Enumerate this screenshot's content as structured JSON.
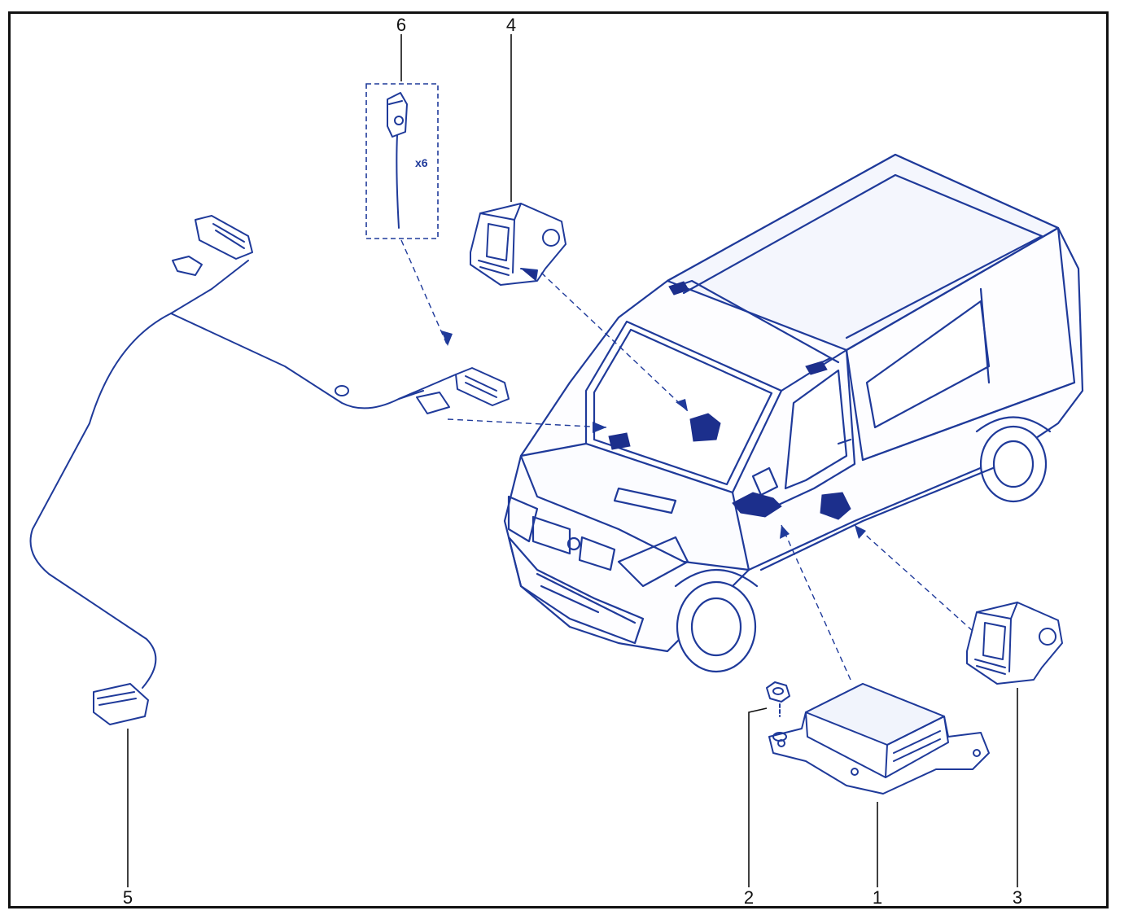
{
  "colors": {
    "ink": "#1f3a9a",
    "fill_dark": "#1c2f8c",
    "fill_light": "#e9eef9",
    "frame": "#111111",
    "callout_text": "#111111"
  },
  "callouts": {
    "c1": "1",
    "c2": "2",
    "c3": "3",
    "c4": "4",
    "c5": "5",
    "c6": "6"
  },
  "inset": {
    "quantity": "x6"
  }
}
